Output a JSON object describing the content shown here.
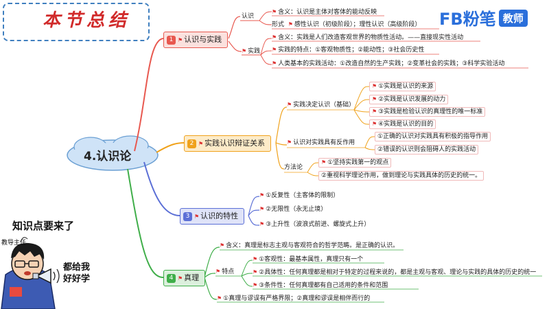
{
  "header": {
    "title": "本节总结"
  },
  "brand": {
    "prefix": "FB",
    "name": "粉笔",
    "tag": "教师"
  },
  "center": {
    "label": "4.认识论"
  },
  "mascot": {
    "headline": "知识点要来了",
    "role": "教导主任",
    "speech_line1": "都给我",
    "speech_line2": "好好学"
  },
  "branches": [
    {
      "num": "1",
      "label": "认识与实践",
      "color": "#e8584f"
    },
    {
      "num": "2",
      "label": "实践认识辩证关系",
      "color": "#f0a21b"
    },
    {
      "num": "3",
      "label": "认识的特性",
      "color": "#5b6fd6"
    },
    {
      "num": "4",
      "label": "真理",
      "color": "#3fae49"
    }
  ],
  "b1": {
    "renshi": "认识",
    "renshi_def": "含义：认识是主体对客体的能动反映",
    "xingshi": "形式",
    "xingshi_val": "感性认识（初级阶段）；理性认识（高级阶段）",
    "shijian": "实践",
    "shijian_def": "含义：实践是人们改造客观世界的物质性活动。——直接现实性活动",
    "shijian_feat": "实践的特点：①客观物质性；②能动性；③社会历史性",
    "shijian_forms": "人类基本的实践活动：①改造自然的生产实践；②变革社会的实践；③科学实验活动"
  },
  "b2": {
    "jueding": "实践决定认识（基础）",
    "j1": "①实践是认识的来源",
    "j2": "②实践是认识发展的动力",
    "j3": "③实践是检验认识的真理性的唯一标准",
    "j4": "④实践是认识的目的",
    "fanzuo": "认识对实践具有反作用",
    "f1": "①正确的认识对实践具有积极的指导作用",
    "f2": "②错误的认识则会阻碍人的实践活动",
    "fangfa": "方法论",
    "m1": "①坚持实践第一的观点",
    "m2": "②重视科学理论作用，做到理论与实践具体的历史的统一。"
  },
  "b3": {
    "t1": "①反复性（主客体的限制）",
    "t2": "②无限性（永无止境）",
    "t3": "③上升性（波浪式前进、螺旋式上升）"
  },
  "b4": {
    "hanyi": "含义：真理是标志主观与客观符合的哲学范畴。是正确的认识。",
    "tedian": "特点",
    "d1": "①客观性：最基本属性，真理只有一个",
    "d2": "②具体性：任何真理都是相对于特定的过程来说的，都是主观与客观、理论与实践的具体的历史的统一",
    "d3": "③条件性：任何真理都有自己适用的条件和范围",
    "relation": "①真理与谬误有严格界限；②真理和谬误是相伴而行的"
  },
  "colors": {
    "b1": "#e8584f",
    "b2": "#f0a21b",
    "b3": "#5b6fd6",
    "b4": "#3fae49",
    "accent": "#2a6fdb"
  }
}
